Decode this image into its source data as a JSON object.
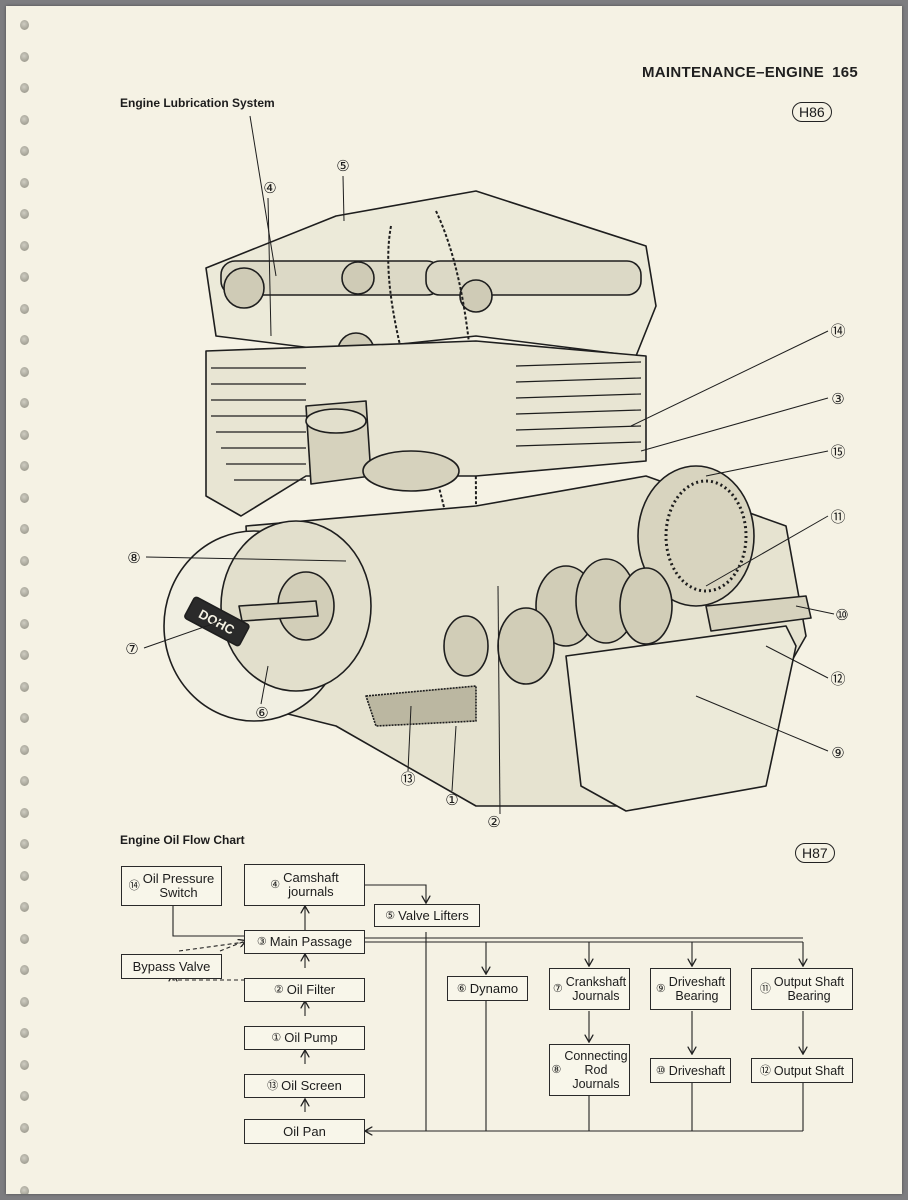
{
  "header": {
    "section": "MAINTENANCE–ENGINE",
    "page_number": "165"
  },
  "figure1": {
    "title": "Engine Lubrication System",
    "code": "H86",
    "engine_cover_text": "DOHC",
    "callouts": [
      "①",
      "②",
      "③",
      "④",
      "⑤",
      "⑥",
      "⑦",
      "⑧",
      "⑨",
      "⑩",
      "⑪",
      "⑫",
      "⑬",
      "⑭",
      "⑮"
    ]
  },
  "figure2": {
    "title": "Engine Oil Flow Chart",
    "code": "H87",
    "nodes": {
      "oil_pressure_switch": {
        "num": "⑭",
        "text": "Oil Pressure\nSwitch"
      },
      "camshaft_journals": {
        "num": "④",
        "text": "Camshaft\njournals"
      },
      "valve_lifters": {
        "num": "⑤",
        "text": "Valve Lifters"
      },
      "main_passage": {
        "num": "③",
        "text": "Main Passage"
      },
      "bypass_valve": {
        "num": "",
        "text": "Bypass Valve"
      },
      "oil_filter": {
        "num": "②",
        "text": "Oil Filter"
      },
      "oil_pump": {
        "num": "①",
        "text": "Oil Pump"
      },
      "oil_screen": {
        "num": "⑬",
        "text": "Oil Screen"
      },
      "oil_pan": {
        "num": "",
        "text": "Oil Pan"
      },
      "dynamo": {
        "num": "⑥",
        "text": "Dynamo"
      },
      "crankshaft_journals": {
        "num": "⑦",
        "text": "Crankshaft\nJournals"
      },
      "connecting_rod_journals": {
        "num": "⑧",
        "text": "Connecting\nRod\nJournals"
      },
      "driveshaft_bearing": {
        "num": "⑨",
        "text": "Driveshaft\nBearing"
      },
      "driveshaft": {
        "num": "⑩",
        "text": "Driveshaft"
      },
      "output_shaft_bearing": {
        "num": "⑪",
        "text": "Output Shaft\nBearing"
      },
      "output_shaft": {
        "num": "⑫",
        "text": "Output Shaft"
      }
    }
  },
  "colors": {
    "paper": "#f5f2e4",
    "ink": "#1f1f1f",
    "background": "#7d7d80"
  }
}
